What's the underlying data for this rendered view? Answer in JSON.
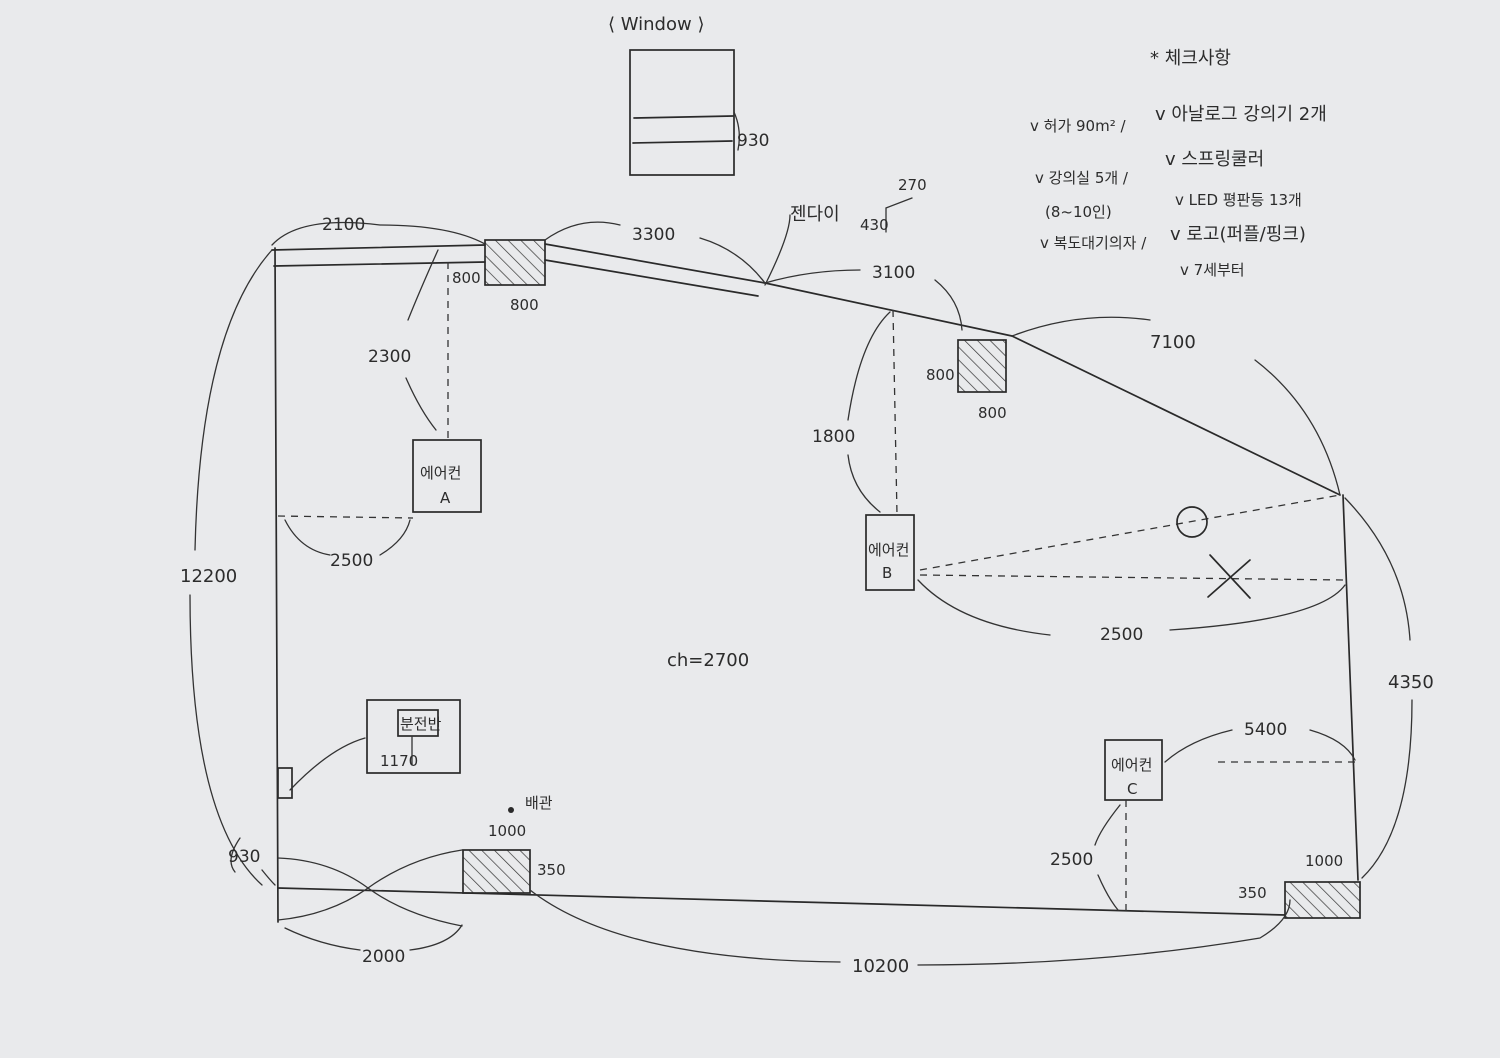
{
  "window_sketch": {
    "title": "⟨ Window ⟩",
    "height_dim": "930"
  },
  "notes": {
    "header": "* 체크사항",
    "items": [
      "v 허가 90m² /",
      "v 아날로그 강의기 2개",
      "v 강의실 5개 /",
      "(8~10인)",
      "v 스프링쿨러",
      "v LED 평판등  13개",
      "v 복도대기의자 /",
      "v 로고(퍼플/핑크)",
      "v 7세부터"
    ]
  },
  "dimensions": {
    "top_left": "2100",
    "top_mid": "3300",
    "top_right": "3100",
    "diag_right": "7100",
    "left_total": "12200",
    "right_side": "4350",
    "bottom_total": "10200",
    "bottom_left": "2000",
    "door_left": "930",
    "left_small": "930"
  },
  "columns": [
    {
      "name": "column-top-left",
      "w": "800",
      "h": "800"
    },
    {
      "name": "column-top-right",
      "w": "800",
      "h": "800"
    },
    {
      "name": "column-bottom-mid",
      "w": "1000",
      "h": "350"
    },
    {
      "name": "column-bottom-right",
      "w": "1000",
      "h": "350"
    }
  ],
  "sill": {
    "label": "젠다이",
    "w": "270",
    "h": "430"
  },
  "aircon": {
    "a": {
      "label": "에어컨",
      "letter": "A",
      "dim_top": "2300",
      "dim_side": "2500"
    },
    "b": {
      "label": "에어컨",
      "letter": "B",
      "dim_top": "1800",
      "dim_side": "2500"
    },
    "c": {
      "label": "에어컨",
      "letter": "C",
      "dim_side": "5400",
      "dim_bottom": "2500"
    }
  },
  "panel": {
    "label": "분전반",
    "height": "1170"
  },
  "pipe": {
    "label": "배관"
  },
  "ceiling": "ch=2700",
  "marks": {
    "ok": "O",
    "no": "X"
  }
}
